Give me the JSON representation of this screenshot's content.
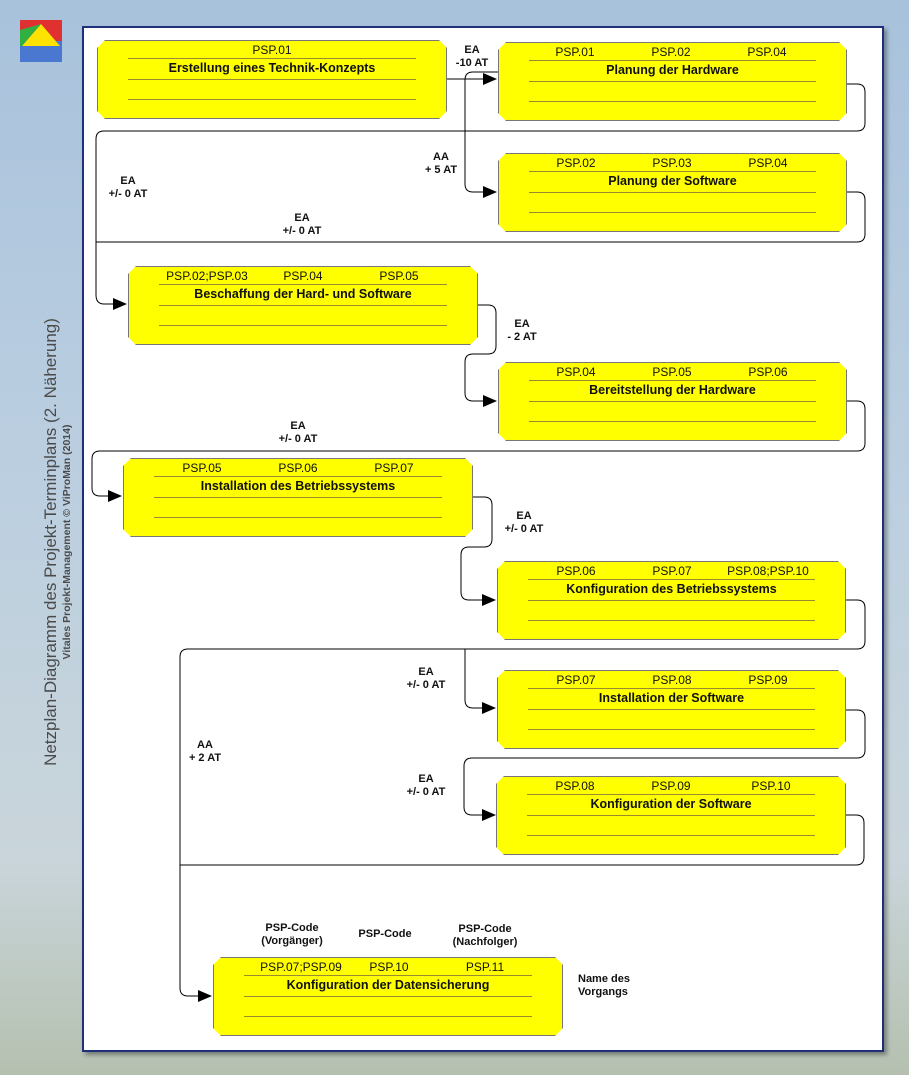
{
  "title": "Netzplan-Diagramm des Projekt-Terminplans (2. Näherung)",
  "subtitle": "Vitales Projekt-Management © ViProMan (2014)",
  "colors": {
    "box": "#ffff00",
    "frame_border": "#1f2f7a",
    "line": "#000000"
  },
  "nodes": [
    {
      "codes": [
        "",
        "PSP.01",
        ""
      ],
      "name": "Erstellung eines Technik-Konzepts"
    },
    {
      "codes": [
        "PSP.01",
        "PSP.02",
        "PSP.04"
      ],
      "name": "Planung der Hardware"
    },
    {
      "codes": [
        "PSP.02",
        "PSP.03",
        "PSP.04"
      ],
      "name": "Planung der Software"
    },
    {
      "codes": [
        "PSP.02;PSP.03",
        "PSP.04",
        "PSP.05"
      ],
      "name": "Beschaffung der Hard- und Software"
    },
    {
      "codes": [
        "PSP.04",
        "PSP.05",
        "PSP.06"
      ],
      "name": "Bereitstellung der Hardware"
    },
    {
      "codes": [
        "PSP.05",
        "PSP.06",
        "PSP.07"
      ],
      "name": "Installation des Betriebssystems"
    },
    {
      "codes": [
        "PSP.06",
        "PSP.07",
        "PSP.08;PSP.10"
      ],
      "name": "Konfiguration des Betriebssystems"
    },
    {
      "codes": [
        "PSP.07",
        "PSP.08",
        "PSP.09"
      ],
      "name": "Installation der Software"
    },
    {
      "codes": [
        "PSP.08",
        "PSP.09",
        "PSP.10"
      ],
      "name": "Konfiguration der Software"
    },
    {
      "codes": [
        "PSP.07;PSP.09",
        "PSP.10",
        "PSP.11"
      ],
      "name": "Konfiguration der Datensicherung"
    }
  ],
  "dependencies": [
    {
      "type": "EA",
      "lag": "-10 AT"
    },
    {
      "type": "AA",
      "lag": "+ 5 AT"
    },
    {
      "type": "EA",
      "lag": "+/- 0 AT"
    },
    {
      "type": "EA",
      "lag": "+/- 0 AT"
    },
    {
      "type": "EA",
      "lag": "- 2 AT"
    },
    {
      "type": "EA",
      "lag": "+/- 0 AT"
    },
    {
      "type": "EA",
      "lag": "+/- 0 AT"
    },
    {
      "type": "EA",
      "lag": "+/- 0 AT"
    },
    {
      "type": "EA",
      "lag": "+/- 0 AT"
    },
    {
      "type": "AA",
      "lag": "+ 2 AT"
    }
  ],
  "legend": {
    "pred": "PSP-Code\n(Vorgänger)",
    "code": "PSP-Code",
    "succ": "PSP-Code\n(Nachfolger)",
    "name": "Name des\nVorgangs"
  }
}
